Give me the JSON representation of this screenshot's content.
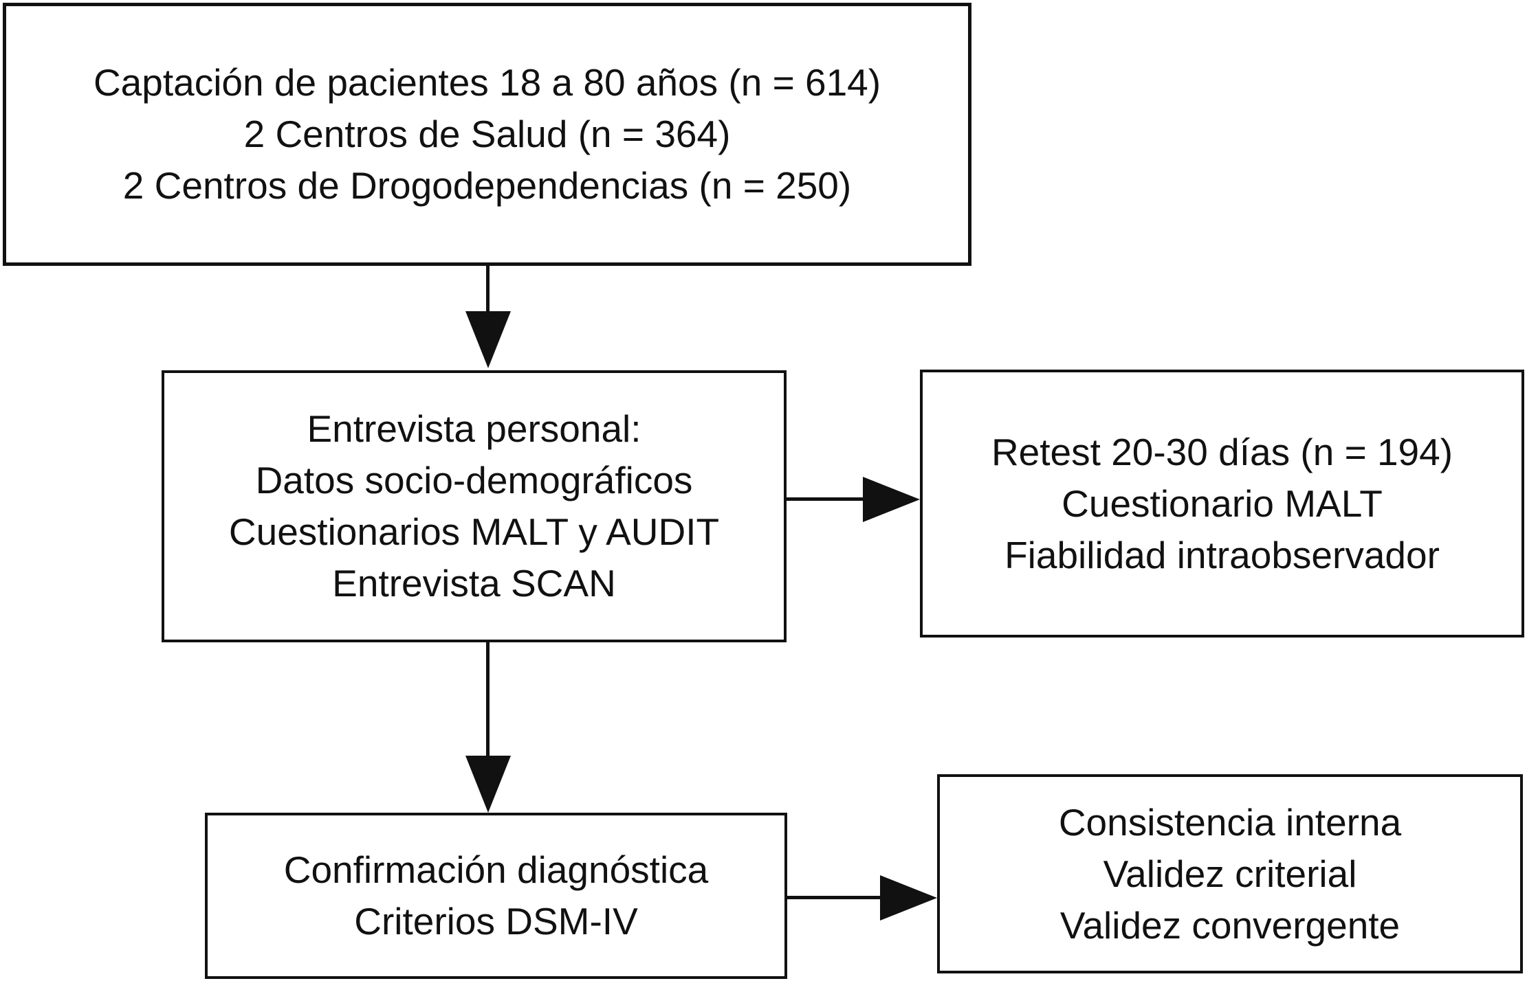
{
  "diagram": {
    "type": "study-flowchart",
    "language": "es",
    "ink_color": "#111111",
    "background_color": "#ffffff",
    "boxes": {
      "recruitment": {
        "lines": [
          "Captación de pacientes 18 a 80 años (n = 614)",
          "2 Centros de Salud (n = 364)",
          "2 Centros de Drogodependencias (n = 250)"
        ]
      },
      "interview": {
        "lines": [
          "Entrevista personal:",
          "Datos socio-demográficos",
          "Cuestionarios MALT y AUDIT",
          "Entrevista SCAN"
        ]
      },
      "retest": {
        "lines": [
          "Retest 20-30 días (n = 194)",
          "Cuestionario MALT",
          "Fiabilidad intraobservador"
        ]
      },
      "confirmation": {
        "lines": [
          "Confirmación diagnóstica",
          "Criterios DSM-IV"
        ]
      },
      "validity": {
        "lines": [
          "Consistencia interna",
          "Validez criterial",
          "Validez convergente"
        ]
      }
    },
    "arrows": [
      {
        "from": "recruitment",
        "to": "interview",
        "direction": "down"
      },
      {
        "from": "interview",
        "to": "retest",
        "direction": "right"
      },
      {
        "from": "interview",
        "to": "confirmation",
        "direction": "down"
      },
      {
        "from": "confirmation",
        "to": "validity",
        "direction": "right"
      }
    ]
  }
}
